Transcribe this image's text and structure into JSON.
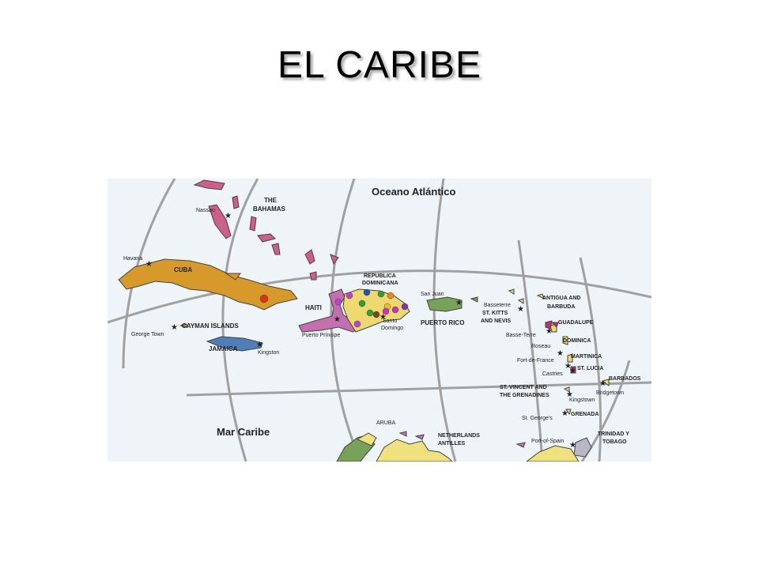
{
  "slide": {
    "title": "EL CARIBE"
  },
  "map": {
    "oceans": {
      "atlantic": "Oceano Atlántico",
      "caribbean": "Mar Caribe"
    },
    "countries": {
      "bahamas_1": "THE",
      "bahamas_2": "BAHAMAS",
      "cuba": "CUBA",
      "cayman": "CAYMAN ISLANDS",
      "jamaica": "JAMAICA",
      "haiti": "HAITI",
      "rd_1": "REPUBLICA",
      "rd_2": "DOMINICANA",
      "puerto_rico": "PUERTO RICO",
      "skn_1": "ST. KITTS",
      "skn_2": "AND NEVIS",
      "ant_1": "ANTIGUA AND",
      "ant_2": "BARBUDA",
      "guadalupe": "GUADALUPE",
      "dominica": "DOMINICA",
      "martinica": "MARTINICA",
      "stlucia": "ST. LUCIA",
      "barbados": "BARBADOS",
      "svg_1": "ST. VINCENT AND",
      "svg_2": "THE GRENADINES",
      "grenada": "GRENADA",
      "tt_1": "TRINIDAD Y",
      "tt_2": "TOBAGO",
      "aruba": "ARUBA",
      "na_1": "NETHERLANDS",
      "na_2": "ANTILLES"
    },
    "cities": {
      "nassau": "Nassau",
      "havana": "Havana",
      "georgetown": "George Town",
      "kingston_jm": "Kingston",
      "puerto_principe": "Puerto Príncipe",
      "santo_1": "Santo",
      "santo_2": "Domingo",
      "san_juan": "San Juan",
      "basseterre": "Basseterre",
      "basse_terre": "Basse-Terre",
      "roseau": "Roseau",
      "fort_de_france": "Fort-de-France",
      "castries": "Castries",
      "bridgetown": "Bridgetown",
      "kingstown": "Kingstown",
      "st_georges": "St. George's",
      "port_of_spain": "Port-of-Spain"
    },
    "colors": {
      "sea": "#eef4f8",
      "grid": "#a0a0a0",
      "cuba": "#d79a2a",
      "bahamas": "#cf5f8a",
      "jamaica": "#4f7fb6",
      "haiti": "#c46fae",
      "rd": "#ecd970",
      "pr": "#78a25a",
      "venezuela": "#efe27e",
      "trinidad": "#b7b7c7",
      "outline": "#444444"
    }
  }
}
